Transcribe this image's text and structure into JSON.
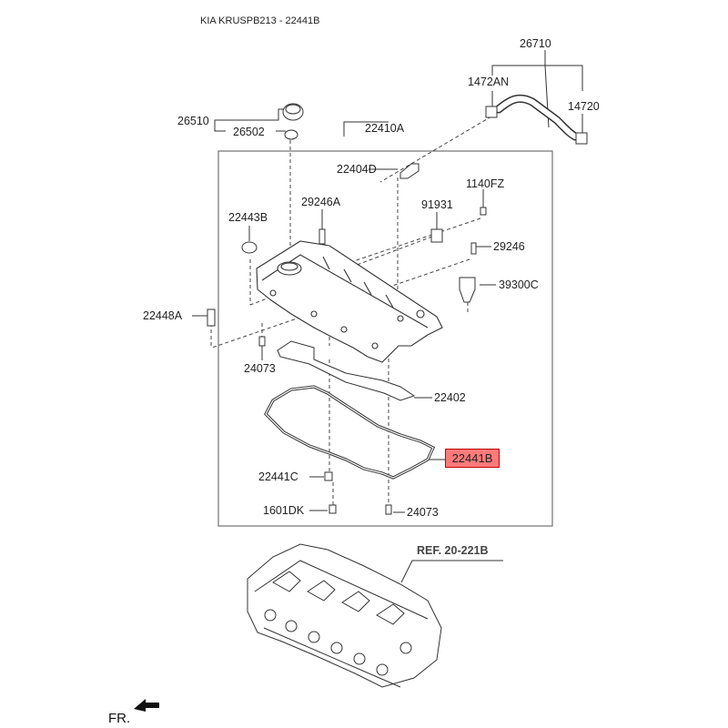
{
  "header": {
    "title": "KIA KRUSPB213 - 22441B"
  },
  "highlight_color": "#ff7a7a",
  "parts": {
    "p26710": "26710",
    "p1472AN": "1472AN",
    "p14720": "14720",
    "p26510": "26510",
    "p26502": "26502",
    "p22410A": "22410A",
    "p22404D": "22404D",
    "p1140FZ": "1140FZ",
    "p91931": "91931",
    "p29246A": "29246A",
    "p22443B": "22443B",
    "p29246": "29246",
    "p39300C": "39300C",
    "p22448A": "22448A",
    "p24073_top": "24073",
    "p22402": "22402",
    "p22441B": "22441B",
    "p22441C": "22441C",
    "p1601DK": "1601DK",
    "p24073_bottom": "24073"
  },
  "reference": "REF. 20-221B",
  "direction": "FR."
}
